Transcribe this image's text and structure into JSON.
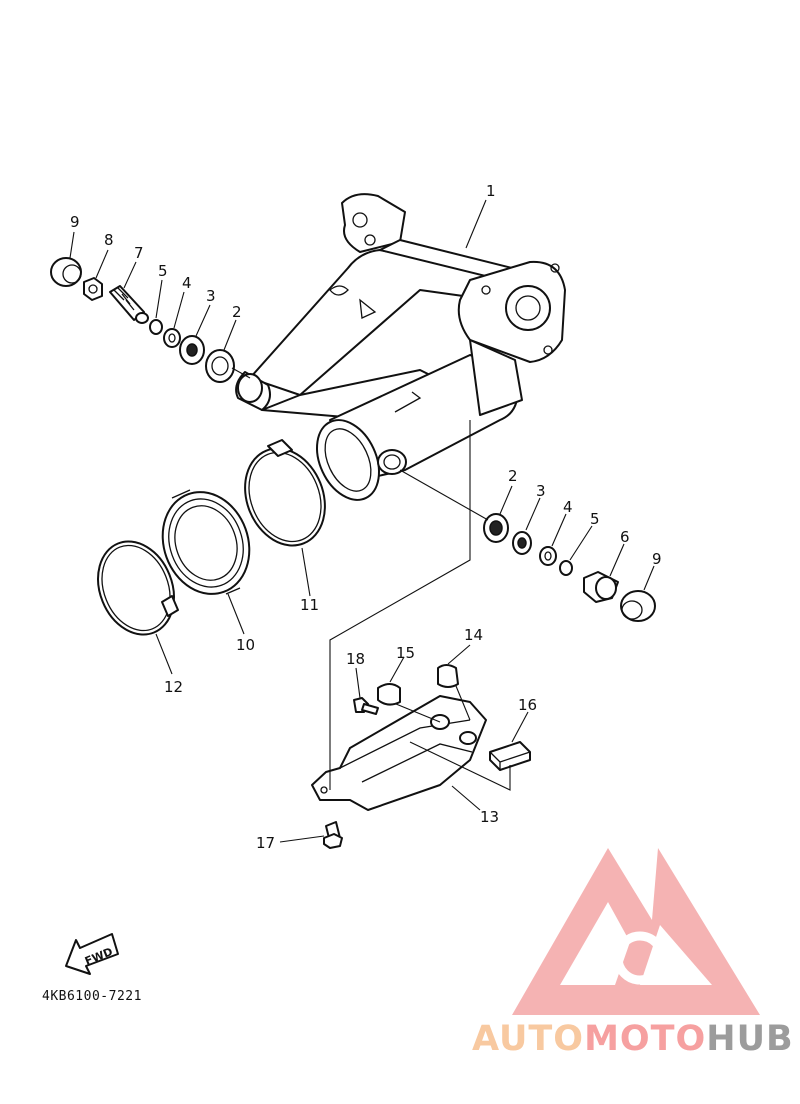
{
  "diagram": {
    "part_labels": {
      "p1": "1",
      "p2a": "2",
      "p2b": "2",
      "p3a": "3",
      "p3b": "3",
      "p4a": "4",
      "p4b": "4",
      "p5a": "5",
      "p5b": "5",
      "p6": "6",
      "p7": "7",
      "p8": "8",
      "p9a": "9",
      "p9b": "9",
      "p10": "10",
      "p11": "11",
      "p12": "12",
      "p13": "13",
      "p14": "14",
      "p15": "15",
      "p16": "16",
      "p17": "17",
      "p18": "18"
    },
    "fwd_label": "FWD",
    "reference_code": "4KB6100-7221"
  },
  "watermark": {
    "brand_part1": "AUTO",
    "brand_part2": "MOTO",
    "brand_part3": "HUB",
    "colors": {
      "auto": "#f8c9a0",
      "moto": "#f6a0a0",
      "hub": "#9c9c9c",
      "logo": "#f29a9a"
    }
  }
}
